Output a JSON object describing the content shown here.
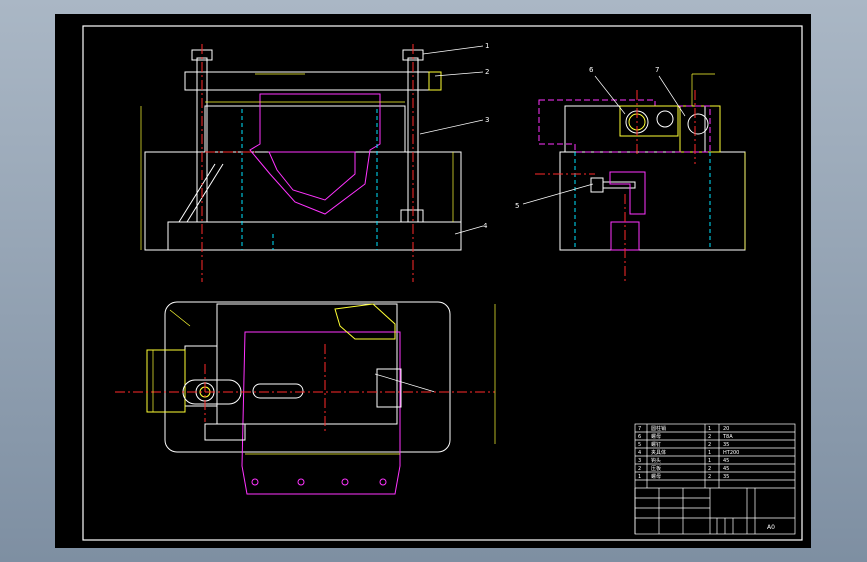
{
  "drawing": {
    "balloons": [
      "1",
      "2",
      "3",
      "4",
      "5",
      "6",
      "7"
    ],
    "parts_list": [
      {
        "no": "7",
        "name": "圆柱销",
        "qty": "1",
        "material": "20"
      },
      {
        "no": "6",
        "name": "螺母",
        "qty": "2",
        "material": "T8A"
      },
      {
        "no": "5",
        "name": "螺钉",
        "qty": "2",
        "material": "35"
      },
      {
        "no": "4",
        "name": "夹具体",
        "qty": "1",
        "material": "HT200"
      },
      {
        "no": "3",
        "name": "钩头",
        "qty": "1",
        "material": "45"
      },
      {
        "no": "2",
        "name": "压板",
        "qty": "2",
        "material": "45"
      },
      {
        "no": "1",
        "name": "螺母",
        "qty": "2",
        "material": "35"
      }
    ],
    "title_block": {
      "grade": "A0"
    }
  },
  "colors": {
    "sheet": "#000000",
    "frame": "#ffffff",
    "outline": "#ffffff",
    "dimension": "#ffff33",
    "centerline": "#ff2a2a",
    "hidden": "#00e5ff",
    "workpiece": "#ff33ff"
  }
}
